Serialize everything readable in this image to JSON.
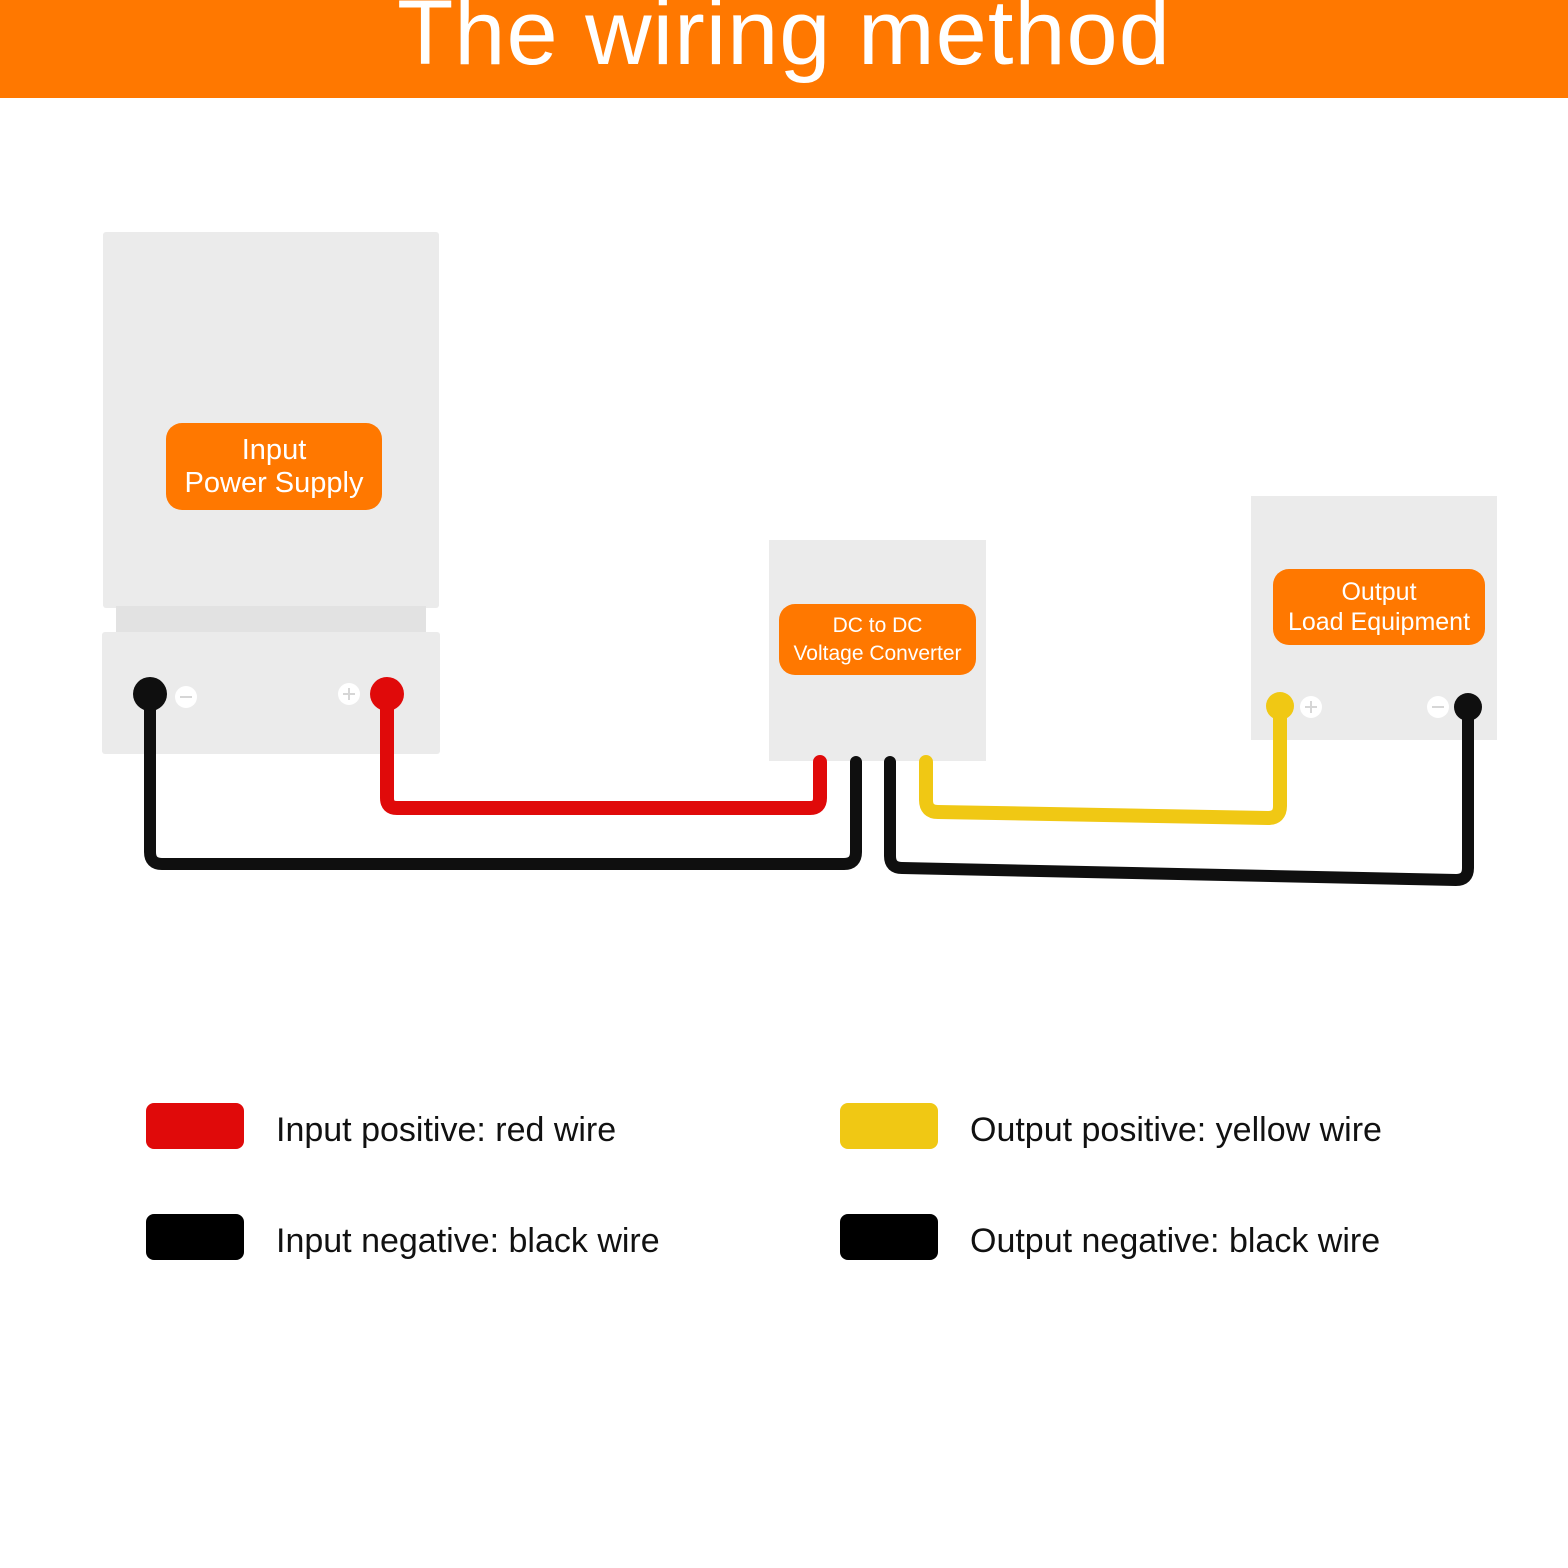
{
  "title": "The wiring method",
  "devices": {
    "input": {
      "line1": "Input",
      "line2": "Power Supply"
    },
    "converter": {
      "line1": "DC to DC",
      "line2": "Voltage Converter"
    },
    "output": {
      "line1": "Output",
      "line2": "Load Equipment"
    }
  },
  "colors": {
    "accent": "#ff7800",
    "device_body": "#ebebeb",
    "red_wire": "#e00a0a",
    "yellow_wire": "#f0c814",
    "black_wire": "#0f0f0f"
  },
  "icons": {
    "terminal_positive": "plus-sign",
    "terminal_negative": "minus-sign"
  },
  "legend": [
    {
      "color": "#e00a0a",
      "text": "Input positive: red wire"
    },
    {
      "color": "#000000",
      "text": "Input negative: black wire"
    },
    {
      "color": "#f0c814",
      "text": "Output positive: yellow wire"
    },
    {
      "color": "#000000",
      "text": "Output negative: black wire"
    }
  ]
}
